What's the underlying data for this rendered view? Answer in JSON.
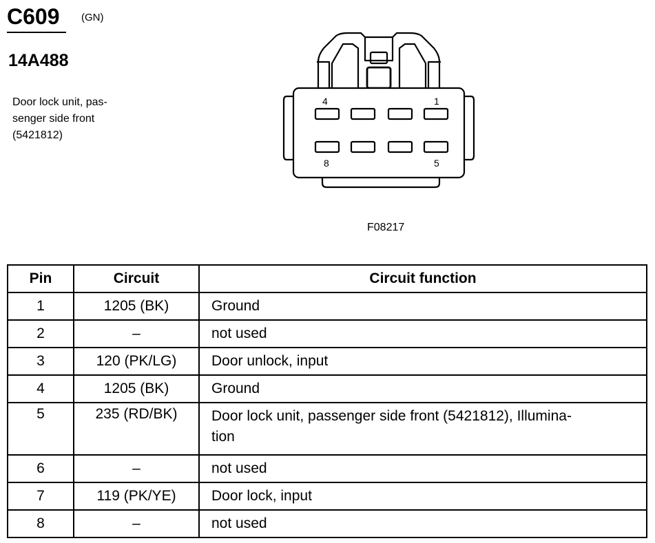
{
  "header": {
    "connector_id": "C609",
    "color_code": "(GN)",
    "part_number": "14A488",
    "description_lines": [
      "Door lock unit, pas-",
      "senger side front",
      "(5421812)"
    ]
  },
  "figure": {
    "figure_id": "F08217",
    "pin_labels": {
      "top_left": "4",
      "top_right": "1",
      "bottom_left": "8",
      "bottom_right": "5"
    }
  },
  "table": {
    "headers": {
      "pin": "Pin",
      "circuit": "Circuit",
      "function": "Circuit function"
    },
    "rows": [
      {
        "pin": "1",
        "circuit": "1205 (BK)",
        "function": "Ground"
      },
      {
        "pin": "2",
        "circuit": "–",
        "function": "not used"
      },
      {
        "pin": "3",
        "circuit": "120 (PK/LG)",
        "function": "Door unlock, input"
      },
      {
        "pin": "4",
        "circuit": "1205 (BK)",
        "function": "Ground"
      },
      {
        "pin": "5",
        "circuit": "235 (RD/BK)",
        "function_line1": "Door lock unit, passenger side front (5421812), Illumina-",
        "function_line2": "tion"
      },
      {
        "pin": "6",
        "circuit": "–",
        "function": "not used"
      },
      {
        "pin": "7",
        "circuit": "119 (PK/YE)",
        "function": "Door lock, input"
      },
      {
        "pin": "8",
        "circuit": "–",
        "function": "not used"
      }
    ]
  }
}
